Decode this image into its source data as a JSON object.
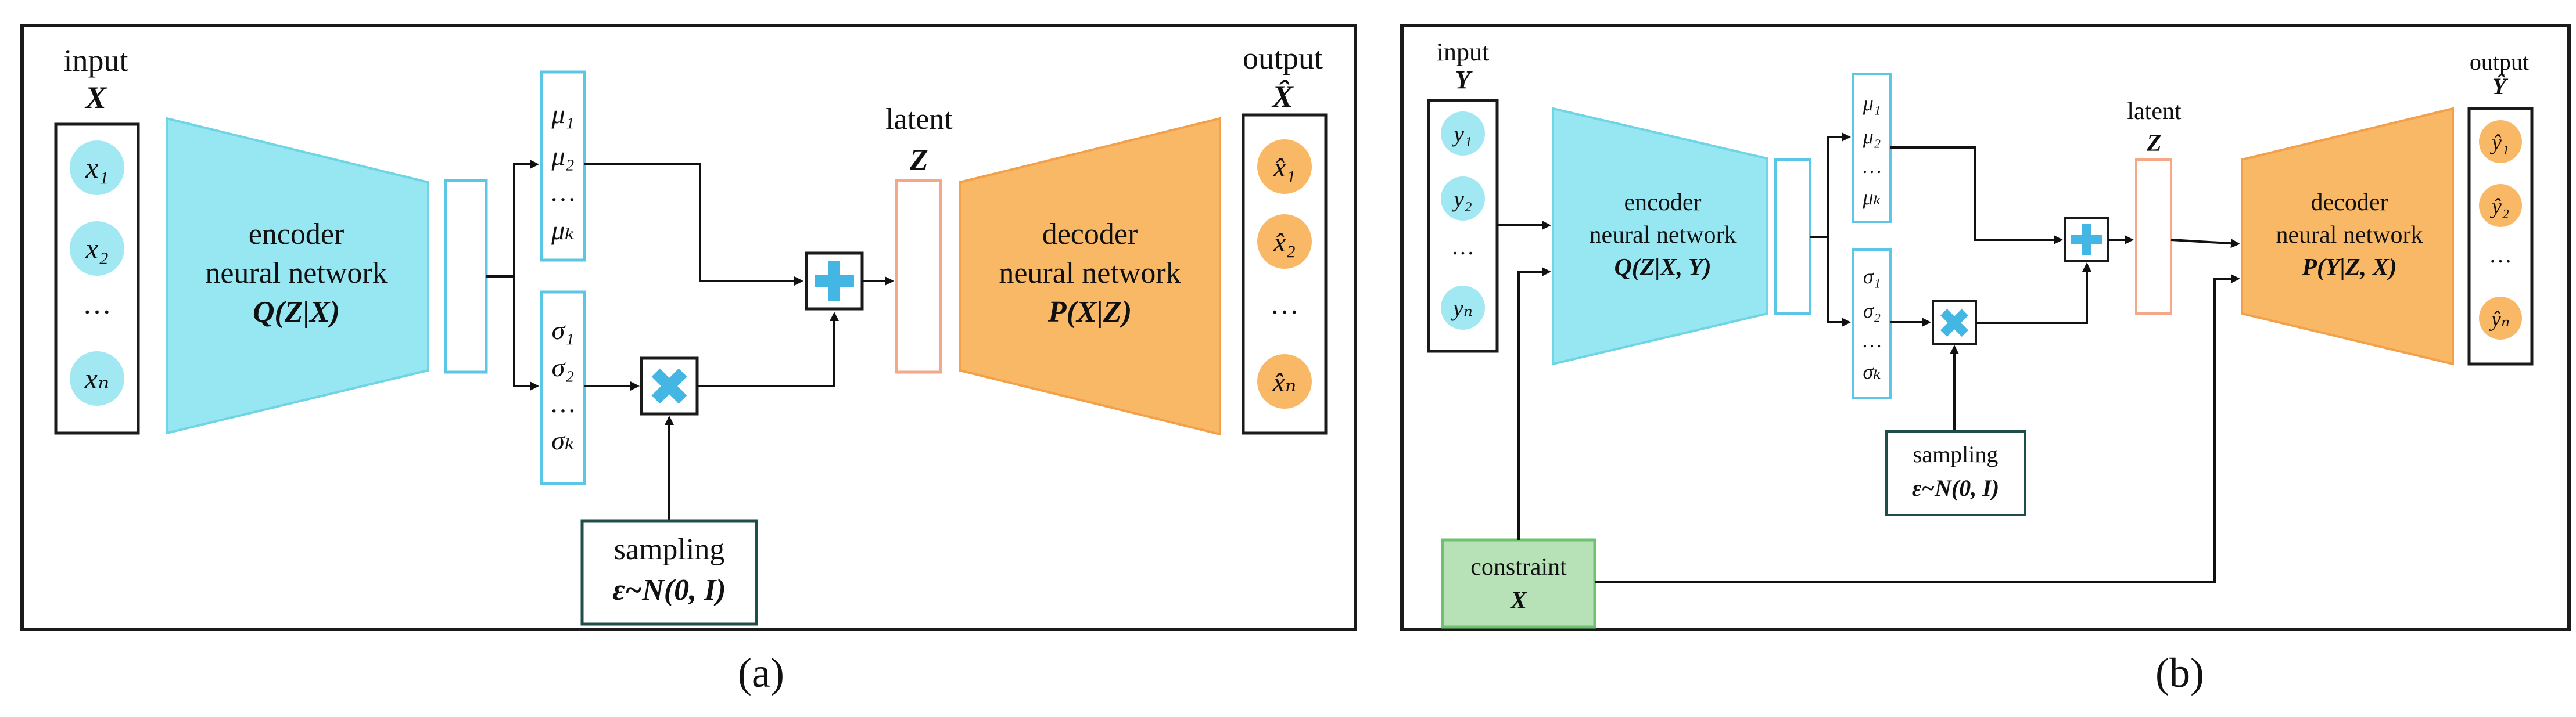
{
  "colors": {
    "frame": "#1a1a1a",
    "encoder_fill": "#97e7f2",
    "encoder_stroke": "#6fd4e4",
    "decoder_fill": "#f9b866",
    "decoder_stroke": "#f3a04a",
    "node_cyan": "#a2e8f2",
    "node_orange": "#f9b866",
    "box_cyan": "#5cc6e6",
    "latent_box": "#f4a887",
    "op_symbol": "#44b6e3",
    "sampling_border": "#1f4d4a",
    "constraint_fill": "#b7e2b8",
    "constraint_stroke": "#6fc06f"
  },
  "panel_a": {
    "caption": "(a)",
    "input_label": "input",
    "input_var": "X",
    "output_label": "output",
    "output_var": "X̂",
    "input_nodes": [
      "x₁",
      "x₂",
      "…",
      "xₙ"
    ],
    "output_nodes": [
      "x̂₁",
      "x̂₂",
      "…",
      "x̂ₙ"
    ],
    "encoder": {
      "line1": "encoder",
      "line2": "neural network",
      "formula": "Q(Z|X)"
    },
    "decoder": {
      "line1": "decoder",
      "line2": "neural network",
      "formula": "P(X|Z)"
    },
    "mu_list": [
      "μ₁",
      "μ₂",
      "…",
      "μₖ"
    ],
    "sigma_list": [
      "σ₁",
      "σ₂",
      "…",
      "σₖ"
    ],
    "latent_label": "latent",
    "latent_var": "Z",
    "sampling_label": "sampling",
    "sampling_formula": "ε~N(0, I)"
  },
  "panel_b": {
    "caption": "(b)",
    "input_label": "input",
    "input_var": "Y",
    "output_label": "output",
    "output_var": "Ŷ",
    "input_nodes": [
      "y₁",
      "y₂",
      "…",
      "yₙ"
    ],
    "output_nodes": [
      "ŷ₁",
      "ŷ₂",
      "…",
      "ŷₙ"
    ],
    "encoder": {
      "line1": "encoder",
      "line2": "neural network",
      "formula": "Q(Z|X, Y)"
    },
    "decoder": {
      "line1": "decoder",
      "line2": "neural network",
      "formula": "P(Y|Z, X)"
    },
    "mu_list": [
      "μ₁",
      "μ₂",
      "…",
      "μₖ"
    ],
    "sigma_list": [
      "σ₁",
      "σ₂",
      "…",
      "σₖ"
    ],
    "latent_label": "latent",
    "latent_var": "Z",
    "sampling_label": "sampling",
    "sampling_formula": "ε~N(0, I)",
    "constraint_label": "constraint",
    "constraint_var": "X"
  }
}
